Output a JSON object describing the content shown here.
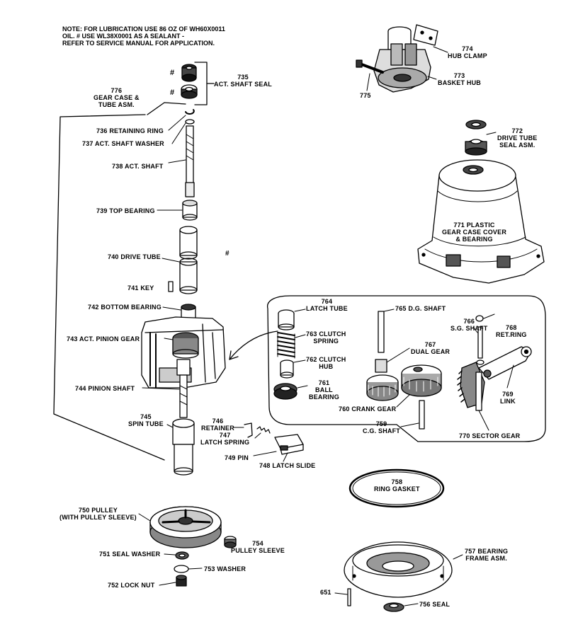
{
  "note": {
    "line1": "NOTE: FOR LUBRICATION USE 86 OZ OF WH60X0011",
    "line2": "OIL. # USE WL38X0001 AS A SEALANT -",
    "line3": "REFER TO SERVICE MANUAL FOR APPLICATION."
  },
  "marks": {
    "hash": "#"
  },
  "parts": {
    "p735": "735\nACT. SHAFT SEAL",
    "p776": "776\nGEAR CASE &\nTUBE ASM.",
    "p736": "736 RETAINING RING",
    "p737": "737  ACT. SHAFT WASHER",
    "p738": "738 ACT. SHAFT",
    "p739": "739 TOP BEARING",
    "p740": "740 DRIVE TUBE",
    "p741": "741 KEY",
    "p742": "742 BOTTOM BEARING",
    "p743": "743 ACT. PINION GEAR",
    "p744": "744 PINION SHAFT",
    "p745": "745\nSPIN TUBE",
    "p746": "746\nRETAINER",
    "p747": "747\nLATCH SPRING",
    "p749": "749 PIN",
    "p748": "748 LATCH SLIDE",
    "p750": "750 PULLEY\n(WITH PULLEY SLEEVE)",
    "p751": "751 SEAL WASHER",
    "p753": "753 WASHER",
    "p752": "752 LOCK NUT",
    "p754": "754\nPULLEY SLEEVE",
    "p774": "774\nHUB CLAMP",
    "p773": "773\nBASKET HUB",
    "p775": "775",
    "p772": "772\nDRIVE TUBE\nSEAL ASM.",
    "p771": "771 PLASTIC\nGEAR CASE COVER\n& BEARING",
    "p764": "764\nLATCH TUBE",
    "p763": "763 CLUTCH\nSPRING",
    "p762": "762 CLUTCH\nHUB",
    "p761": "761\nBALL\nBEARING",
    "p765": "765 D.G. SHAFT",
    "p767": "767\nDUAL GEAR",
    "p766": "766\nS.G. SHAFT",
    "p768": "768\nRET.RING",
    "p769": "769\nLINK",
    "p760": "760 CRANK GEAR",
    "p759": "759\nC.G. SHAFT",
    "p770": "770 SECTOR GEAR",
    "p758": "758\nRING GASKET",
    "p757": "757 BEARING\nFRAME ASM.",
    "p651": "651",
    "p756": "756 SEAL"
  }
}
